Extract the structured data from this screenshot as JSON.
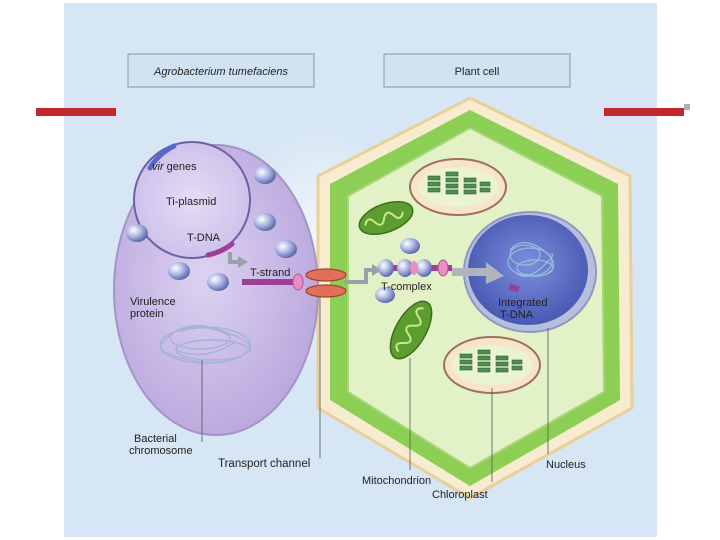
{
  "headers": {
    "left": "Agrobacterium tumefaciens",
    "right": "Plant cell"
  },
  "labels": {
    "vir_genes_italic": "vir",
    "vir_genes_rest": " genes",
    "ti_plasmid": "Ti-plasmid",
    "t_dna": "T-DNA",
    "t_strand": "T-strand",
    "virulence_line1": "Virulence",
    "virulence_line2": "protein",
    "t_complex": "T-complex",
    "integrated_line1": "Integrated",
    "integrated_line2": "T-DNA",
    "bacterial_line1": "Bacterial",
    "bacterial_line2": "chromosome",
    "transport_channel": "Transport channel",
    "mitochondrion": "Mitochondrion",
    "nucleus": "Nucleus",
    "chloroplast": "Chloroplast"
  },
  "colors": {
    "panel_bg": "#d6e6f4",
    "bacterium": "#c8b8e6",
    "plant_wall": "#8dcf55",
    "cytoplasm": "#e3f2c6",
    "nucleus": "#5d6fc6",
    "tstrand": "#9c3f96",
    "channel": "#e0705a",
    "accent_bar": "#c3282d"
  }
}
